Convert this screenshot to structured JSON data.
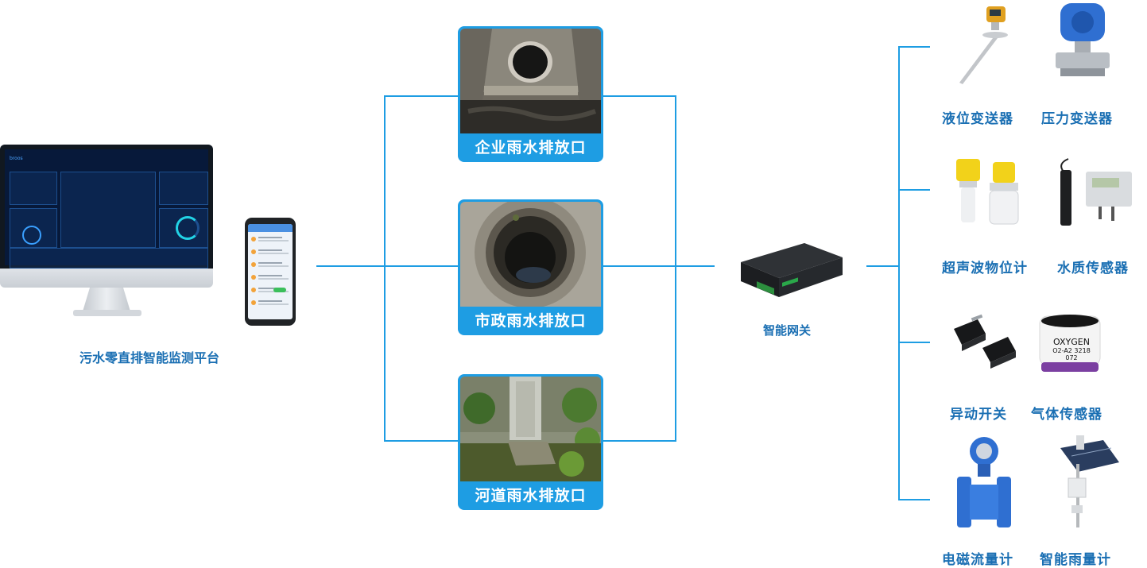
{
  "platform": {
    "label": "污水零直排智能监测平台"
  },
  "outlets": [
    {
      "label": "企业雨水排放口"
    },
    {
      "label": "市政雨水排放口"
    },
    {
      "label": "河道雨水排放口"
    }
  ],
  "gateway": {
    "label": "智能网关"
  },
  "sensors": [
    {
      "label": "液位变送器"
    },
    {
      "label": "压力变送器"
    },
    {
      "label": "超声波物位计"
    },
    {
      "label": "水质传感器"
    },
    {
      "label": "异动开关"
    },
    {
      "label": "气体传感器"
    },
    {
      "label": "电磁流量计"
    },
    {
      "label": "智能雨量计"
    }
  ],
  "oxygen_sensor": {
    "line1": "OXYGEN",
    "line2": "O2-A2 3218",
    "line3": "072"
  },
  "colors": {
    "line": "#1e9de3",
    "label": "#1a6fb3",
    "card": "#1e9de3"
  }
}
